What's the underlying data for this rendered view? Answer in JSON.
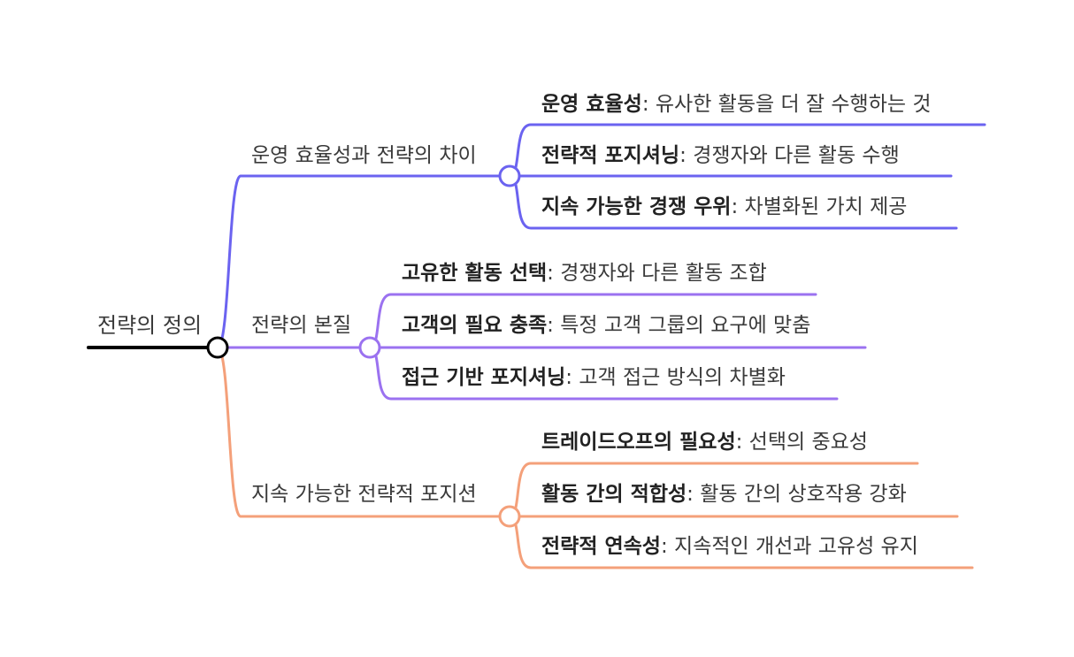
{
  "root": {
    "label": "전략의 정의",
    "color": "#000000"
  },
  "branches": [
    {
      "label": "운영 효율성과 전략의 차이",
      "color": "#6b63f0",
      "children": [
        {
          "bold": "운영 효율성",
          "rest": ": 유사한 활동을 더 잘 수행하는 것"
        },
        {
          "bold": "전략적 포지셔닝",
          "rest": ": 경쟁자와 다른 활동 수행"
        },
        {
          "bold": "지속 가능한 경쟁 우위",
          "rest": ": 차별화된 가치 제공"
        }
      ]
    },
    {
      "label": "전략의 본질",
      "color": "#9b72f0",
      "children": [
        {
          "bold": "고유한 활동 선택",
          "rest": ": 경쟁자와 다른 활동 조합"
        },
        {
          "bold": "고객의 필요 충족",
          "rest": ": 특정 고객 그룹의 요구에 맞춤"
        },
        {
          "bold": "접근 기반 포지셔닝",
          "rest": ": 고객 접근 방식의 차별화"
        }
      ]
    },
    {
      "label": "지속 가능한 전략적 포지션",
      "color": "#f4a07a",
      "children": [
        {
          "bold": "트레이드오프의 필요성",
          "rest": ": 선택의 중요성"
        },
        {
          "bold": "활동 간의 적합성",
          "rest": ": 활동 간의 상호작용 강화"
        },
        {
          "bold": "전략적 연속성",
          "rest": ": 지속적인 개선과 고유성 유지"
        }
      ]
    }
  ]
}
